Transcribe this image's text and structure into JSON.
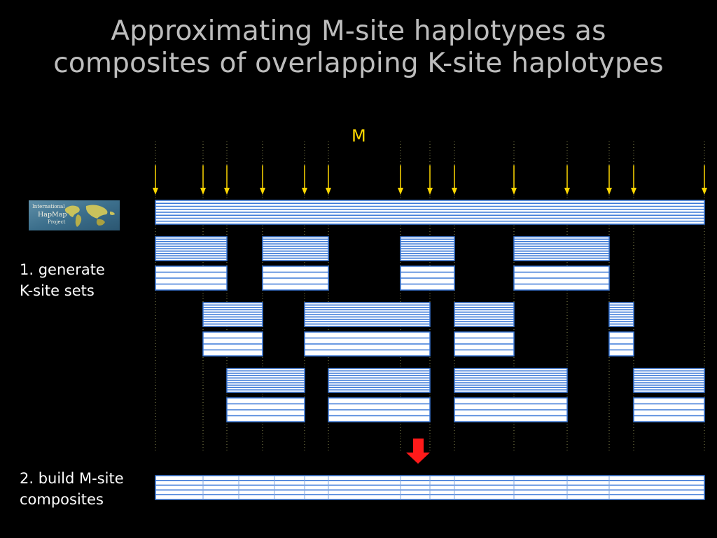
{
  "title": {
    "line1": "Approximating M-site haplotypes as",
    "line2": "composites of overlapping K-site haplotypes"
  },
  "m_label": "M",
  "steps": {
    "step1_line1": "1. generate",
    "step1_line2": "K-site sets",
    "step2_line1": "2. build M-site",
    "step2_line2": "composites"
  },
  "logo": {
    "icon": "hapmap-world-map-logo",
    "line1": "International",
    "line2": "HapMap",
    "line3": "Project"
  },
  "colors": {
    "background": "#000000",
    "title": "#bdbdbd",
    "site_arrow": "#ffd800",
    "haplotype_line": "#3a78d8",
    "haplotype_fill": "#ffffff",
    "combine_arrow": "#ff1a1a"
  },
  "diagram": {
    "site_count": 14,
    "rows_per_block": 8,
    "rows_per_composite": 5,
    "k_site_groups": [
      [
        [
          1,
          3
        ],
        [
          4,
          6
        ],
        [
          7,
          9
        ],
        [
          10,
          12
        ]
      ],
      [
        [
          2,
          4
        ],
        [
          5,
          8
        ],
        [
          9,
          10
        ],
        [
          12,
          13
        ]
      ],
      [
        [
          3,
          5
        ],
        [
          6,
          8
        ],
        [
          9,
          11
        ],
        [
          13,
          14
        ]
      ]
    ]
  }
}
